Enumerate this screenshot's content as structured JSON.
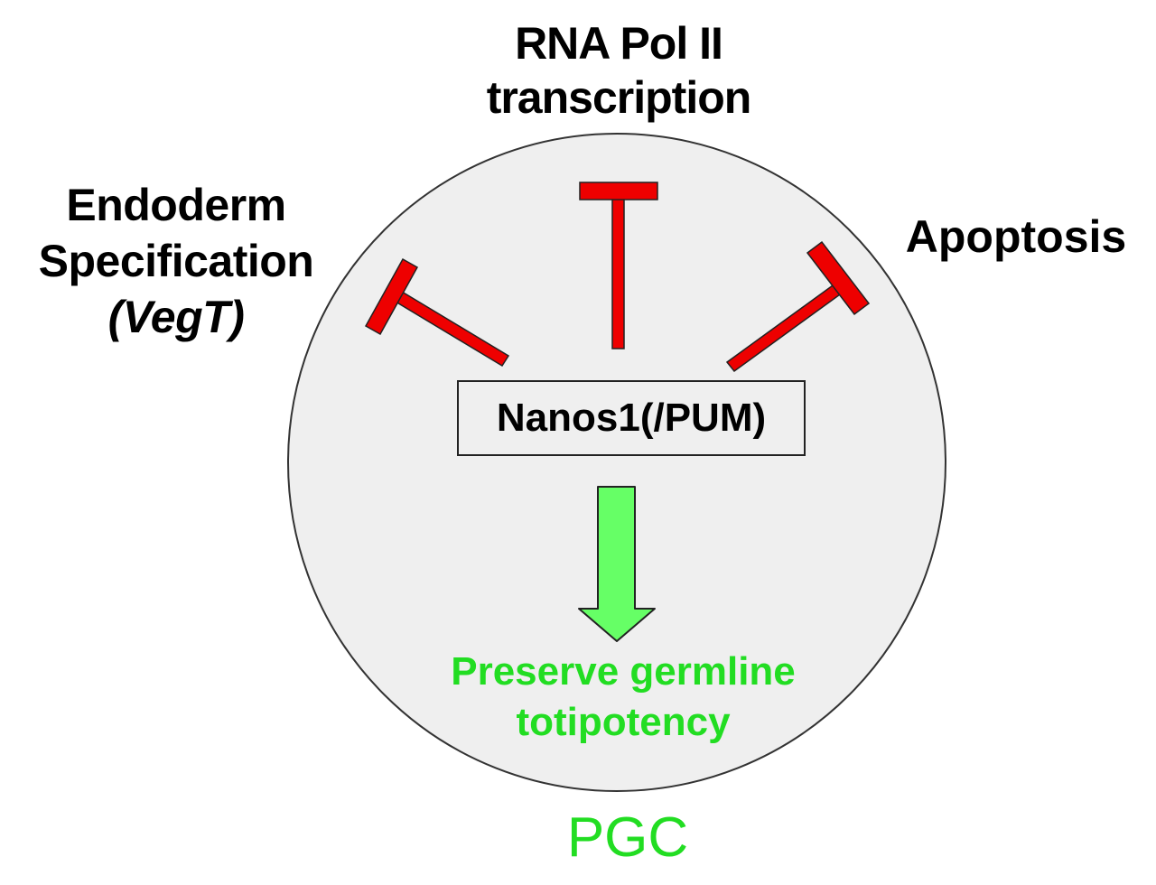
{
  "diagram": {
    "title_top": {
      "line1": "RNA Pol II",
      "line2": "transcription"
    },
    "left_label": {
      "line1": "Endoderm",
      "line2": "Specification",
      "line3": "(VegT)"
    },
    "right_label": "Apoptosis",
    "center_node": "Nanos1(/PUM)",
    "outcome": {
      "line1": "Preserve germline",
      "line2": "totipotency"
    },
    "cell_label": "PGC",
    "edges": [
      {
        "from": "Nanos1(/PUM)",
        "to": "Endoderm Specification (VegT)",
        "type": "inhibition"
      },
      {
        "from": "Nanos1(/PUM)",
        "to": "RNA Pol II transcription",
        "type": "inhibition"
      },
      {
        "from": "Nanos1(/PUM)",
        "to": "Apoptosis",
        "type": "inhibition"
      },
      {
        "from": "Nanos1(/PUM)",
        "to": "Preserve germline totipotency",
        "type": "activation"
      }
    ],
    "colors": {
      "inhibition": "#ee0000",
      "activation_arrow": "#66ff66",
      "outcome_text": "#22dd22",
      "cell_fill": "#efefef",
      "cell_outline": "#333333"
    }
  }
}
